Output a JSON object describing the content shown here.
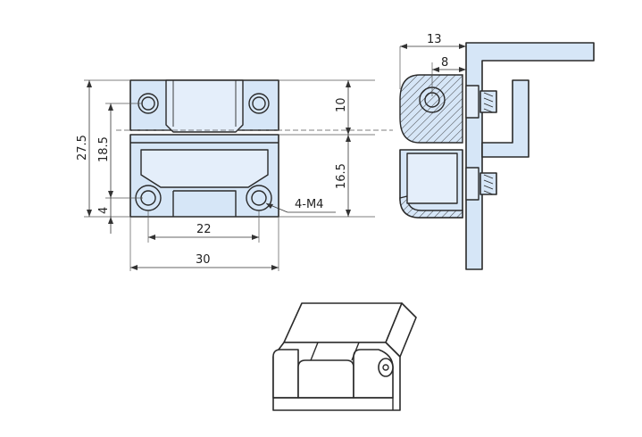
{
  "colors": {
    "part_fill": "#d6e6f7",
    "outline": "#2a2a2a",
    "dimension": "#333333",
    "background": "#ffffff"
  },
  "dimensions": {
    "overall_height": "27.5",
    "hole_spacing_vertical": "18.5",
    "hole_offset_bottom": "4",
    "top_leaf_height": "10",
    "bottom_leaf_height": "16.5",
    "thread_callout": "4-M4",
    "hole_spacing_horizontal": "22",
    "overall_width": "30",
    "side_depth": "13",
    "side_offset": "8"
  }
}
